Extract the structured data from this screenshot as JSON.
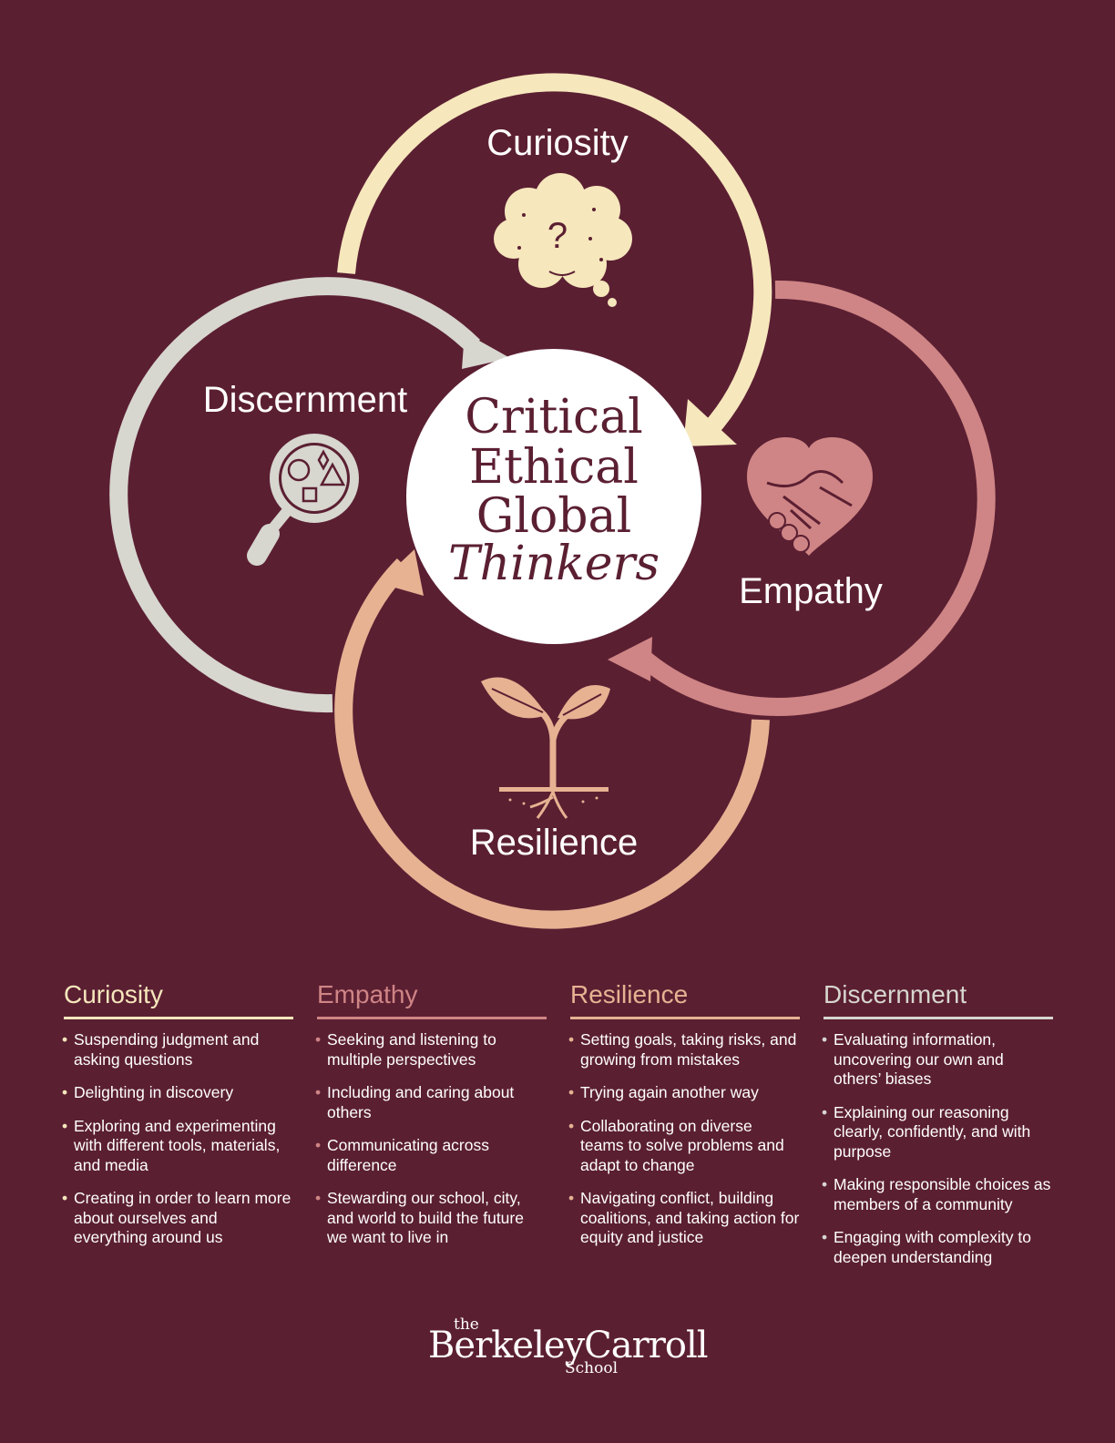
{
  "rings": {
    "curiosity": {
      "label": "Curiosity",
      "color": "#f6e7bc",
      "icon": "thought-cloud-question-icon"
    },
    "empathy": {
      "label": "Empathy",
      "color": "#cf8585",
      "icon": "heart-handshake-icon"
    },
    "resilience": {
      "label": "Resilience",
      "color": "#e6b292",
      "icon": "sprout-icon"
    },
    "discernment": {
      "label": "Discernment",
      "color": "#d7d6cf",
      "icon": "magnifying-glass-shapes-icon"
    }
  },
  "center": {
    "line1": "Critical",
    "line2": "Ethical",
    "line3": "Global",
    "line4": "Thinkers"
  },
  "columns": [
    {
      "title": "Curiosity",
      "items": [
        "Suspending judgment and asking questions",
        "Delighting in discovery",
        "Exploring and experimenting with different tools, materials, and media",
        "Creating in order to learn more about ourselves and everything around us"
      ]
    },
    {
      "title": "Empathy",
      "items": [
        "Seeking and listening to multiple perspectives",
        "Including and caring about others",
        "Communicating across difference",
        "Stewarding our school, city, and world to build the future we want to live in"
      ]
    },
    {
      "title": "Resilience",
      "items": [
        "Setting goals, taking risks, and growing from mistakes",
        "Trying again another way",
        "Collaborating on diverse teams to solve problems and adapt to change",
        "Navigating conflict, building coalitions, and taking action for equity and justice"
      ]
    },
    {
      "title": "Discernment",
      "items": [
        "Evaluating information, uncovering our own and others’ biases",
        "Explaining our reasoning clearly, confidently, and with purpose",
        "Making responsible choices as members of a community",
        "Engaging with complexity to deepen understanding"
      ]
    }
  ],
  "logo": {
    "the": "the",
    "brand": "BerkeleyCarroll",
    "school": "School"
  },
  "colors": {
    "background": "#5b1f32",
    "center_circle": "#ffffff"
  }
}
